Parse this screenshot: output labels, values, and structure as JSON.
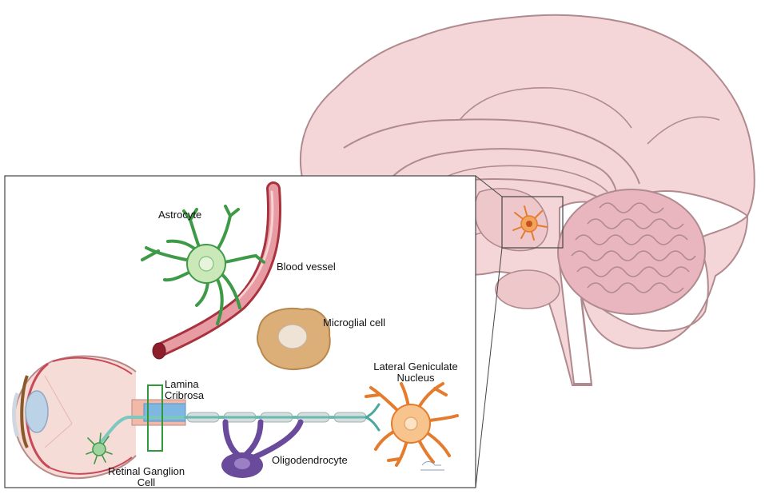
{
  "colors": {
    "brain_fill": "#f4d6d8",
    "brain_stroke": "#b08a8e",
    "cerebellum_fill": "#e9b6bf",
    "astrocyte": "#3f9a48",
    "astrocyte_body": "#cbe8b8",
    "vessel": "#c8545e",
    "microglia": "#c99a64",
    "neuron_orange": "#e57b2c",
    "oligodendrocyte": "#6a4a9a",
    "axon": "#7cc8bf",
    "lamina_box": "#2e9a3c"
  },
  "labels": {
    "astrocyte": "Astrocyte",
    "blood_vessel": "Blood vessel",
    "microglial_cell": "Microglial cell",
    "lgn_line1": "Lateral Geniculate",
    "lgn_line2": "Nucleus",
    "lamina_line1": "Lamina",
    "lamina_line2": "Cribrosa",
    "oligodendrocyte": "Oligodendrocyte",
    "rgc_line1": "Retinal Ganglion",
    "rgc_line2": "Cell"
  }
}
